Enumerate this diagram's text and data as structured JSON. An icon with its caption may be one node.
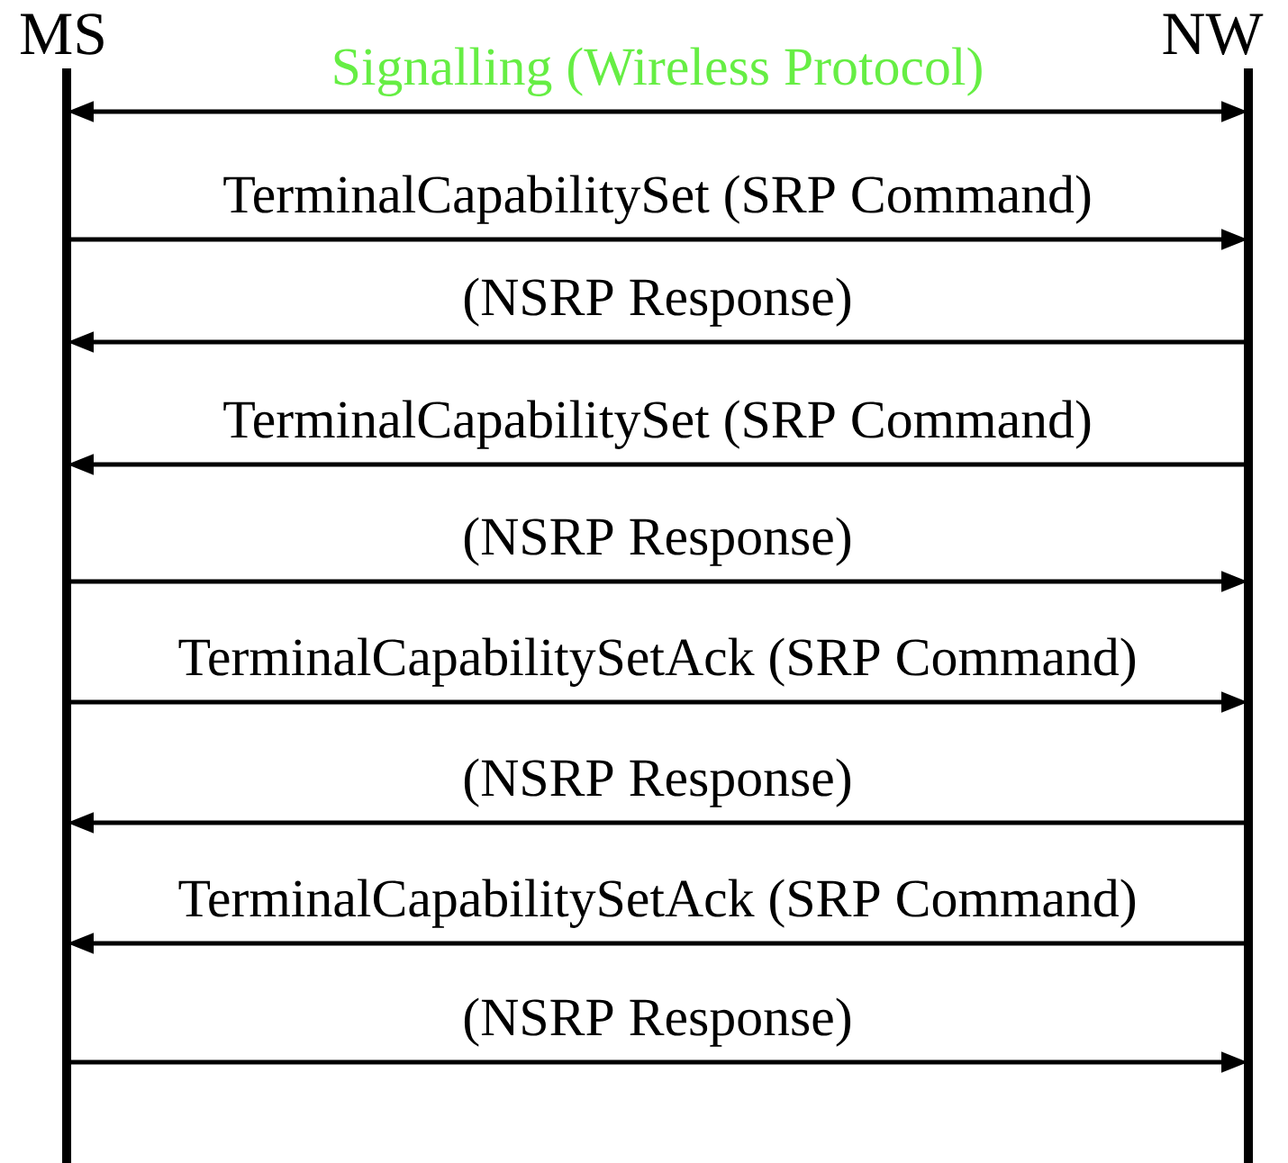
{
  "diagram": {
    "nodes": [
      {
        "text": [
          "MS"
        ]
      },
      {
        "text": [
          "NW"
        ]
      }
    ],
    "edges": [
      {
        "from": 0,
        "to": 1,
        "arrow": "both",
        "label": "Signalling (Wireless Protocol)"
      },
      {
        "from": 0,
        "to": 1,
        "arrow": "to",
        "label": "TerminalCapabilitySet (SRP Command)"
      },
      {
        "from": 1,
        "to": 0,
        "arrow": "to",
        "label": "(NSRP Response)"
      },
      {
        "from": 1,
        "to": 0,
        "arrow": "to",
        "label": "TerminalCapabilitySet (SRP Command)"
      },
      {
        "from": 0,
        "to": 1,
        "arrow": "to",
        "label": "(NSRP Response)"
      },
      {
        "from": 0,
        "to": 1,
        "arrow": "to",
        "label": "TerminalCapabilitySetAck (SRP Command)"
      },
      {
        "from": 1,
        "to": 0,
        "arrow": "to",
        "label": "(NSRP Response)"
      },
      {
        "from": 1,
        "to": 0,
        "arrow": "to",
        "label": "TerminalCapabilitySetAck (SRP Command)"
      },
      {
        "from": 0,
        "to": 1,
        "arrow": "to",
        "label": "(NSRP Response)"
      }
    ]
  }
}
